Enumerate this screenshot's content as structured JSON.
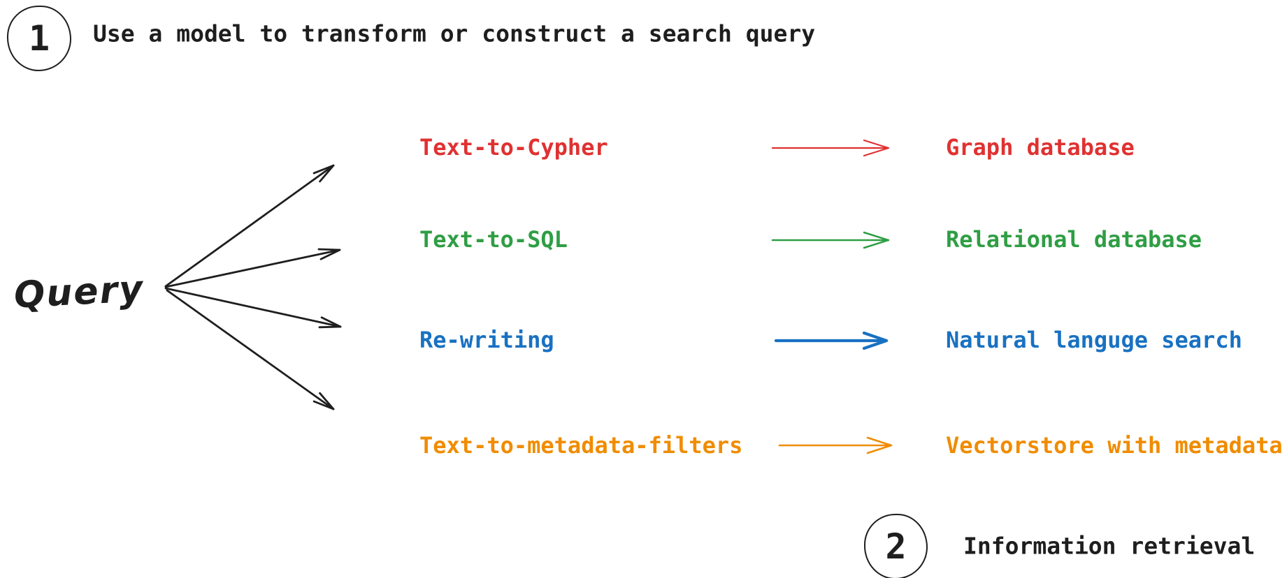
{
  "steps": [
    {
      "number": "1",
      "label": "Use a model to transform or construct a search query"
    },
    {
      "number": "2",
      "label": "Information retrieval"
    }
  ],
  "query_label": "Query",
  "rows": [
    {
      "method": "Text-to-Cypher",
      "target": "Graph database",
      "color": "#e03131",
      "color_name": "red"
    },
    {
      "method": "Text-to-SQL",
      "target": "Relational database",
      "color": "#2f9e44",
      "color_name": "green"
    },
    {
      "method": "Re-writing",
      "target": "Natural languge search",
      "color": "#1971c2",
      "color_name": "blue"
    },
    {
      "method": "Text-to-metadata-filters",
      "target": "Vectorstore with metadata",
      "color": "#f08c00",
      "color_name": "orange"
    }
  ],
  "colors": {
    "ink": "#1e1e1e",
    "background": "#ffffff"
  }
}
